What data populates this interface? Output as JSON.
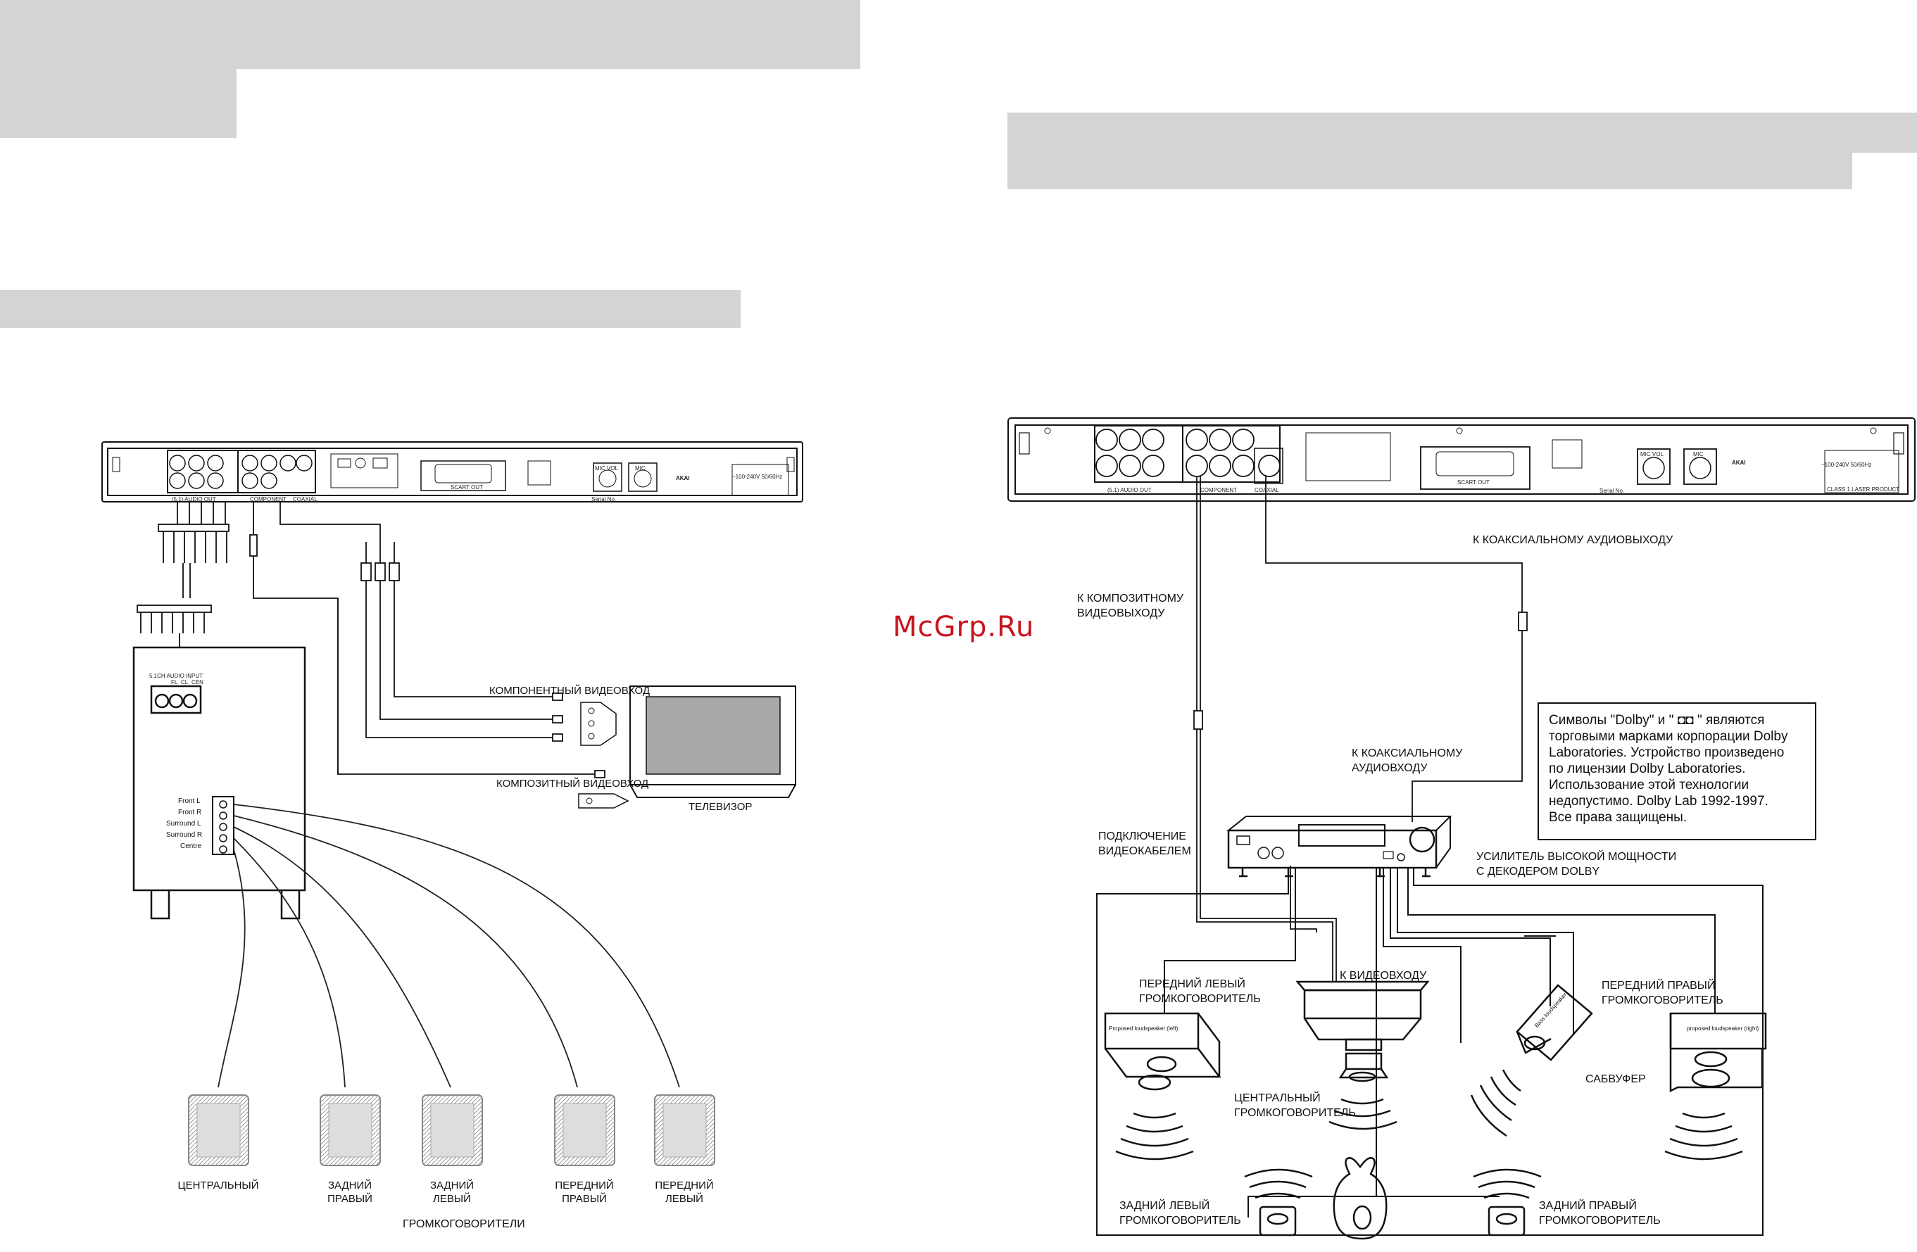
{
  "watermark": "McGrp.Ru",
  "left": {
    "panel_labels": {
      "audio_out": "(5.1) AUDIO OUT",
      "component": "COMPONENT",
      "coaxial": "COAXIAL",
      "scart": "SCART  OUT",
      "brand": "AKAI",
      "mic_vol": "MIC VOL",
      "mic": "MIC",
      "power": "~100-240V 50/60Hz",
      "serial": "Serial No.",
      "channel_in": "5.1CH AUDIO INPUT",
      "fl": "FL",
      "cl": "CL",
      "cen": "CEN"
    },
    "receiver_terminals": [
      "Front L",
      "Front R",
      "Surround L",
      "Surround R",
      "Centre"
    ],
    "labels": {
      "component_in": "КОМПОНЕНТНЫЙ ВИДЕОВХОД",
      "composite_in": "КОМПОЗИТНЫЙ ВИДЕОВХОД",
      "tv": "ТЕЛЕВИЗОР",
      "speakers_title": "ГРОМКОГОВОРИТЕЛИ"
    },
    "speakers": [
      {
        "line1": "ЦЕНТРАЛЬНЫЙ",
        "line2": ""
      },
      {
        "line1": "ЗАДНИЙ",
        "line2": "ПРАВЫЙ"
      },
      {
        "line1": "ЗАДНИЙ",
        "line2": "ЛЕВЫЙ"
      },
      {
        "line1": "ПЕРЕДНИЙ",
        "line2": "ПРАВЫЙ"
      },
      {
        "line1": "ПЕРЕДНИЙ",
        "line2": "ЛЕВЫЙ"
      }
    ]
  },
  "right": {
    "panel_labels": {
      "audio_out": "(5.1) AUDIO OUT",
      "component": "COMPONENT",
      "coaxial": "COAXIAL",
      "scart": "SCART  OUT",
      "brand": "AKAI",
      "mic_vol": "MIC VOL",
      "mic": "MIC",
      "power": "~100-240V 50/60Hz",
      "serial": "Serial No.",
      "laser": "CLASS 1 LASER PRODUCT"
    },
    "labels": {
      "to_coax_out": "К КОАКСИАЛЬНОМУ АУДИОВЫХОДУ",
      "to_composite_1": "К КОМПОЗИТНОМУ",
      "to_composite_2": "ВИДЕОВЫХОДУ",
      "to_coax_in_1": "К КОАКСИАЛЬНОМУ",
      "to_coax_in_2": "АУДИОВХОДУ",
      "video_cable_1": "ПОДКЛЮЧЕНИЕ",
      "video_cable_2": "ВИДЕОКАБЕЛЕМ",
      "amp_1": "УСИЛИТЕЛЬ ВЫСОКОЙ МОЩНОСТИ",
      "amp_2": "С ДЕКОДЕРОМ DOLBY",
      "front_left_1": "ПЕРЕДНИЙ ЛЕВЫЙ",
      "front_left_2": "ГРОМКОГОВОРИТЕЛЬ",
      "to_video_in": "К ВИДЕОВХОДУ",
      "front_right_1": "ПЕРЕДНИЙ ПРАВЫЙ",
      "front_right_2": "ГРОМКОГОВОРИТЕЛЬ",
      "subwoofer": "САБВУФЕР",
      "center_1": "ЦЕНТРАЛЬНЫЙ",
      "center_2": "ГРОМКОГОВОРИТЕЛЬ",
      "rear_left_1": "ЗАДНИЙ ЛЕВЫЙ",
      "rear_left_2": "ГРОМКОГОВОРИТЕЛЬ",
      "rear_right_1": "ЗАДНИЙ ПРАВЫЙ",
      "rear_right_2": "ГРОМКОГОВОРИТЕЛЬ",
      "spk_left_tag": "Proposed loudspeaker (left)",
      "spk_right_tag": "proposed loudspeaker (right)",
      "spk_bass_tag": "Bass loudspeaker"
    },
    "note": [
      "Символы \"Dolby\" и \" ◘◘ \" являются",
      "торговыми марками корпорации Dolby",
      " Laboratories. Устройство произведено",
      " по лицензии Dolby Laboratories.",
      "Использование этой технологии",
      "недопустимо. Dolby Lab 1992-1997.",
      "Все права защищены."
    ]
  }
}
